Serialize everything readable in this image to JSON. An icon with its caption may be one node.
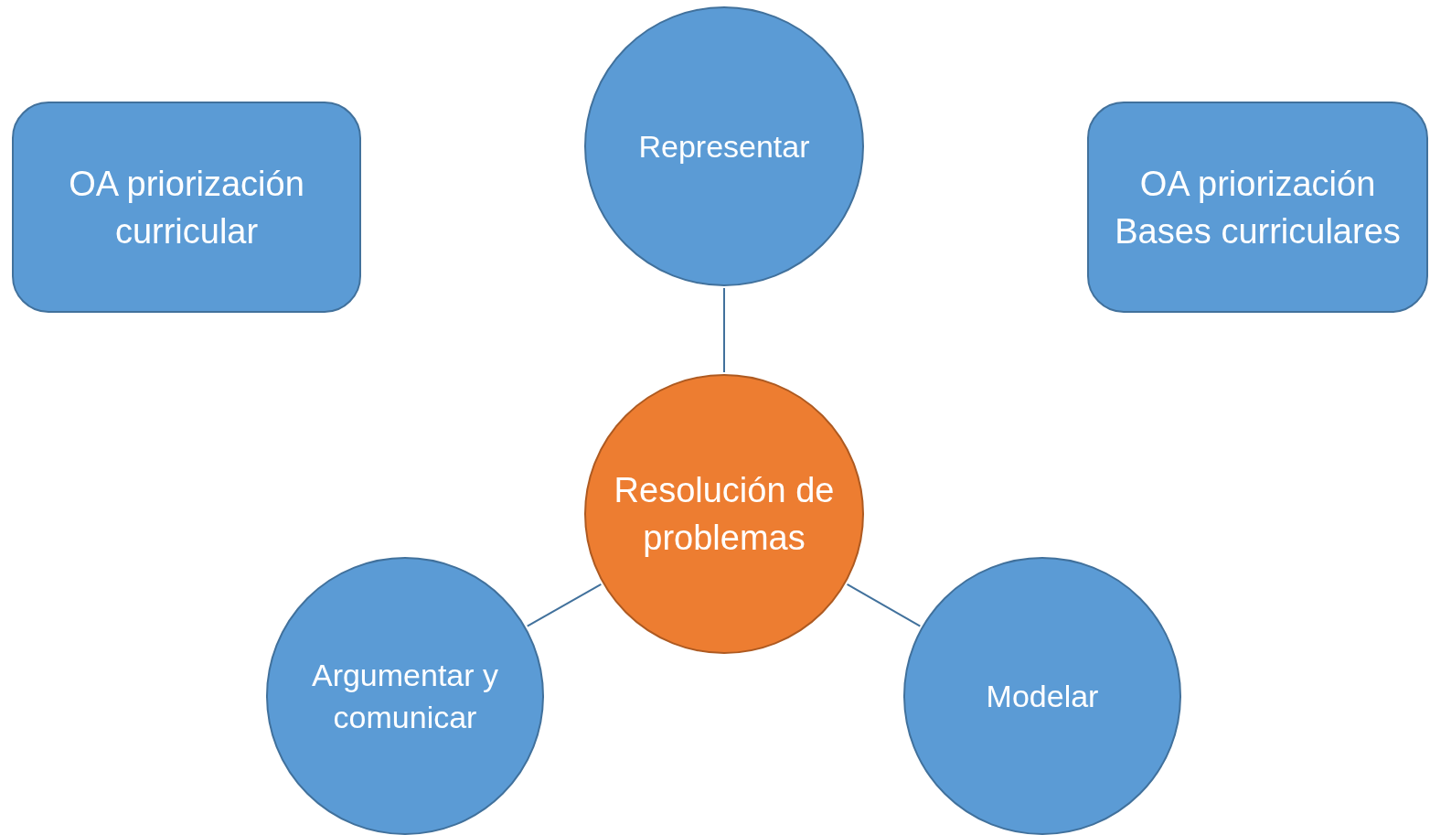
{
  "diagram": {
    "nodes": [
      {
        "text": [
          "OA priorización curricular"
        ]
      },
      {
        "text": [
          "Representar"
        ]
      },
      {
        "text": [
          "OA priorización Bases curriculares"
        ]
      },
      {
        "text": [
          "Resolución de problemas"
        ]
      },
      {
        "text": [
          "Argumentar y comunicar"
        ]
      },
      {
        "text": [
          "Modelar"
        ]
      }
    ],
    "edges": [
      {
        "from": 3,
        "to": 1,
        "arrow": "none"
      },
      {
        "from": 3,
        "to": 4,
        "arrow": "none"
      },
      {
        "from": 3,
        "to": 5,
        "arrow": "none"
      }
    ]
  }
}
